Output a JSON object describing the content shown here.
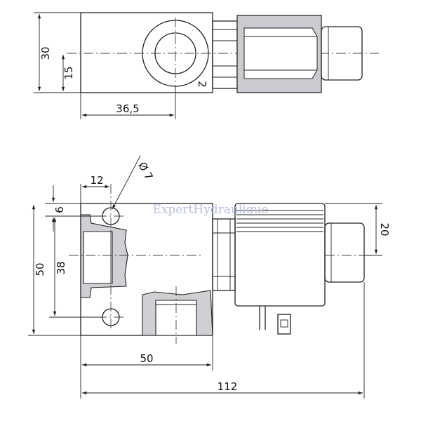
{
  "watermark": "ExpertHydraulique",
  "top_view": {
    "dim_height": "30",
    "dim_axis": "15",
    "dim_width": "36,5",
    "port_label": "2"
  },
  "front_view": {
    "dim_hole_dia": "Ø 7",
    "dim_hole_x": "12",
    "dim_hole_y": "6",
    "dim_height": "50",
    "dim_hole_spacing": "38",
    "dim_body_width": "50",
    "dim_overall": "112",
    "dim_connector": "20"
  }
}
